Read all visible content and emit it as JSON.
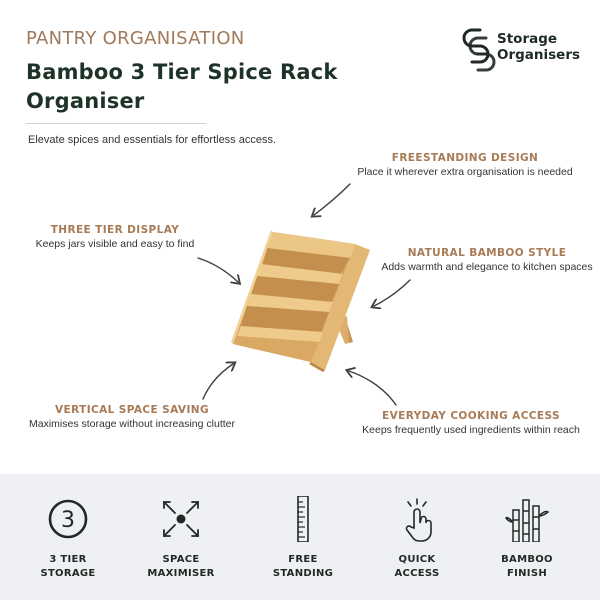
{
  "header": {
    "eyebrow": "PANTRY ORGANISATION",
    "title": "Bamboo 3 Tier Spice Rack Organiser",
    "description": "Elevate spices and essentials for effortless access."
  },
  "brand": {
    "line1": "Storage",
    "line2": "Organisers",
    "logo_icon": "linked-s-icon"
  },
  "callouts": [
    {
      "heading": "FREESTANDING DESIGN",
      "text": "Place it wherever extra organisation is needed"
    },
    {
      "heading": "THREE TIER DISPLAY",
      "text": "Keeps jars visible and easy to find"
    },
    {
      "heading": "NATURAL BAMBOO STYLE",
      "text": "Adds warmth and elegance to kitchen spaces"
    },
    {
      "heading": "VERTICAL SPACE SAVING",
      "text": "Maximises storage without increasing clutter"
    },
    {
      "heading": "EVERYDAY COOKING ACCESS",
      "text": "Keeps frequently used ingredients within reach"
    }
  ],
  "features": [
    {
      "line1": "3 TIER",
      "line2": "STORAGE",
      "icon": "circled-three-icon"
    },
    {
      "line1": "SPACE",
      "line2": "MAXIMISER",
      "icon": "expand-arrows-icon"
    },
    {
      "line1": "FREE",
      "line2": "STANDING",
      "icon": "ruler-icon"
    },
    {
      "line1": "QUICK",
      "line2": "ACCESS",
      "icon": "tap-hand-icon"
    },
    {
      "line1": "BAMBOO",
      "line2": "FINISH",
      "icon": "bamboo-icon"
    }
  ],
  "colors": {
    "accent": "#a87a55",
    "title": "#1e3327",
    "band": "#eef0f4",
    "bamboo": "#d9aa63"
  }
}
